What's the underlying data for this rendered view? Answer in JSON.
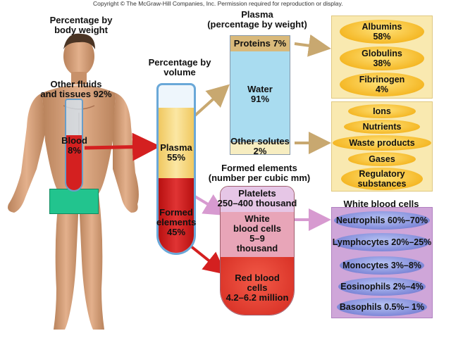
{
  "copyright": "Copyright © The McGraw-Hill Companies, Inc. Permission required for reproduction or display.",
  "body_weight": {
    "heading_line1": "Percentage by",
    "heading_line2": "body weight",
    "other_line1": "Other fluids",
    "other_line2": "and tissues 92%",
    "blood_line1": "Blood",
    "blood_line2": "8%"
  },
  "volume": {
    "heading_line1": "Percentage by",
    "heading_line2": "volume",
    "plasma_line1": "Plasma",
    "plasma_line2": "55%",
    "formed_line1": "Formed",
    "formed_line2": "elements",
    "formed_line3": "45%"
  },
  "plasma_col": {
    "heading_line1": "Plasma",
    "heading_line2": "(percentage by weight)",
    "proteins": "Proteins 7%",
    "water_line1": "Water",
    "water_line2": "91%",
    "solutes_line1": "Other solutes",
    "solutes_line2": "2%"
  },
  "formed_col": {
    "heading_line1": "Formed elements",
    "heading_line2": "(number per cubic mm)",
    "platelets_line1": "Platelets",
    "platelets_line2": "250–400 thousand",
    "wbc_line1": "White",
    "wbc_line2": "blood cells",
    "wbc_line3": "5–9",
    "wbc_line4": "thousand",
    "rbc_line1": "Red blood",
    "rbc_line2": "cells",
    "rbc_line3": "4.2–6.2 million"
  },
  "proteins_panel": [
    {
      "name": "Albumins",
      "value": "58%"
    },
    {
      "name": "Globulins",
      "value": "38%"
    },
    {
      "name": "Fibrinogen",
      "value": "4%"
    }
  ],
  "solutes_panel": [
    "Ions",
    "Nutrients",
    "Waste products",
    "Gases"
  ],
  "solutes_regulatory_line1": "Regulatory",
  "solutes_regulatory_line2": "substances",
  "wbc_panel": {
    "heading": "White blood cells",
    "items": [
      "Neutrophils 60%–70%",
      "Lymphocytes 20%–25%",
      "Monocytes 3%–8%",
      "Eosinophils 2%–4%",
      "Basophils 0.5%– 1%"
    ]
  },
  "colors": {
    "plasma": "#f7dc7a",
    "blood_red": "#d42020",
    "water_blue": "#a9dcf0",
    "proteins_tan": "#d9b97a",
    "panel_yellow": "#f9e9b0",
    "panel_purple": "#cfa6d9",
    "platelets_lilac": "#e6c6e6",
    "wbc_pink": "#e8a5b8",
    "rbc_red": "#e23a2c",
    "skin": "#d9a27c",
    "cover_green": "#22c48e"
  }
}
